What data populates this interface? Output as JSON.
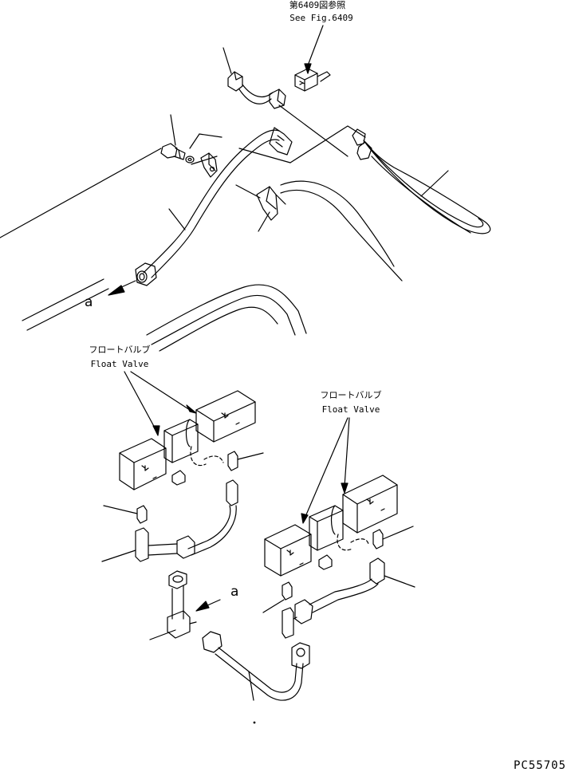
{
  "refs": {
    "ref_jp": "第6409図参照",
    "ref_en": "See Fig.6409"
  },
  "float_valve_1": {
    "jp": "フロートバルブ",
    "en": "Float Valve"
  },
  "float_valve_2": {
    "jp": "フロートバルブ",
    "en": "Float Valve"
  },
  "arrow_a_top": "a",
  "arrow_a_bottom": "a",
  "drawing_code": "PC55705"
}
